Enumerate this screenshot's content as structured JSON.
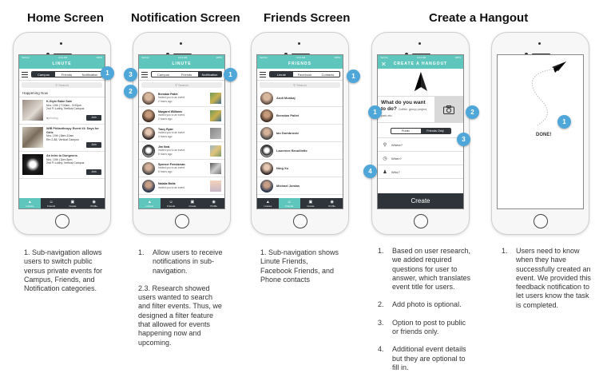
{
  "titles": [
    "Home Screen",
    "Notification Screen",
    "Friends Screen",
    "Create a Hangout"
  ],
  "status_bar": {
    "carrier": "Verizon",
    "time": "9:41 AM",
    "battery": "100%"
  },
  "theme": {
    "accent": "#5fc6bd",
    "dark": "#2e3439",
    "badge": "#4fa6d8"
  },
  "tab_bar": [
    {
      "label": "Linutes",
      "icon": "linute-logo-icon"
    },
    {
      "label": "Friends",
      "icon": "friends-icon"
    },
    {
      "label": "Create",
      "icon": "create-icon"
    },
    {
      "label": "Profile",
      "icon": "profile-icon"
    }
  ],
  "home": {
    "app_title": "LINUTE",
    "tabs": [
      "Campus",
      "Friends",
      "Notification"
    ],
    "active_tab": "Campus",
    "search_placeholder": "Search",
    "section": "Happening Now",
    "events": [
      {
        "title": "K-Style Bake Sale",
        "when": "Nov. 10th | 7:00am - 5:00pm",
        "where": "2nd Fl Lobby, Vertical Campus",
        "status": "pending",
        "action": "Join"
      },
      {
        "title": "WIB Philanthropy Event #3: Days for Girls",
        "when": "Nov. 10th | 8am-10am",
        "where": "Rm 2-88, Vertical Campus",
        "action": "Join"
      },
      {
        "title": "An Intro to Dungeons",
        "when": "Nov. 10th | 2pm-5pm",
        "where": "2nd Fl Lobby, Vertical Campus",
        "action": "Join"
      }
    ],
    "badges": [
      "1"
    ]
  },
  "notifications": {
    "app_title": "LINUTE",
    "tabs": [
      "Campus",
      "Friends",
      "Notification"
    ],
    "active_tab": "Notification",
    "search_placeholder": "Search",
    "items": [
      {
        "name": "Brendan Pallet",
        "msg": "invited you to an event.",
        "time": "2 hours ago"
      },
      {
        "name": "Margaret Williams",
        "msg": "invited you to an event.",
        "time": "2 hours ago"
      },
      {
        "name": "Tracy Ryan",
        "msg": "invited you to an event.",
        "time": "4 hours ago"
      },
      {
        "name": "Jim Neal",
        "msg": "invited you to an event.",
        "time": "5 hours ago"
      },
      {
        "name": "Spencer Frendsman",
        "msg": "invited you to an event.",
        "time": "6 hours ago"
      },
      {
        "name": "Natalia Molta",
        "msg": "invited you to an event.",
        "time": ""
      }
    ],
    "badges": [
      "3",
      "1",
      "2"
    ]
  },
  "friends": {
    "app_title": "FRIENDS",
    "tabs": [
      "Linute",
      "Facebook",
      "Contacts"
    ],
    "active_tab": "Linute",
    "search_placeholder": "Search",
    "items": [
      "Andi Muskaj",
      "Brendan Pallet",
      "Ian Dombroski",
      "Laurence Brouillette",
      "Ning Xu",
      "Michael Jordan"
    ],
    "badges": [
      "1"
    ]
  },
  "create": {
    "app_title": "CREATE A HANGOUT",
    "question": "What do you want to do?",
    "question_hint": "Coffee, group project, park etc.",
    "visibility": [
      "Public",
      "Friends Only"
    ],
    "active_visibility": "Friends Only",
    "details": [
      "Where?",
      "When?",
      "Who?"
    ],
    "create_label": "Create",
    "badges": [
      "1",
      "2",
      "3",
      "4"
    ]
  },
  "done": {
    "label": "DONE!",
    "badges": [
      "1"
    ]
  },
  "notes": {
    "home": [
      {
        "n": "",
        "text": "1. Sub-navigation allows users to switch public versus private events for Campus, Friends, and Notification categories."
      }
    ],
    "notification": [
      {
        "n": "1.",
        "text": "Allow users to receive notifications in sub-navigation."
      },
      {
        "n": "",
        "text": "2.3. Research showed users wanted to search and filter events. Thus, we designed a filter feature that allowed for events happening now and upcoming."
      }
    ],
    "friends": [
      {
        "n": "",
        "text": "1. Sub-navigation shows Linute Friends, Facebook Friends, and Phone contacts"
      }
    ],
    "create": [
      {
        "n": "1.",
        "text": "Based on user research, we added required questions for user to answer, which translates event title for users."
      },
      {
        "n": "2.",
        "text": "Add photo is optional."
      },
      {
        "n": "3.",
        "text": "Option to post to public or friends only."
      },
      {
        "n": "4.",
        "text": "Additional event details but they are optional to fill in."
      }
    ],
    "done": [
      {
        "n": "1.",
        "text": "Users need to know when they have successfully created an event. We provided this feedback notification to let users know the task is completed."
      }
    ]
  }
}
